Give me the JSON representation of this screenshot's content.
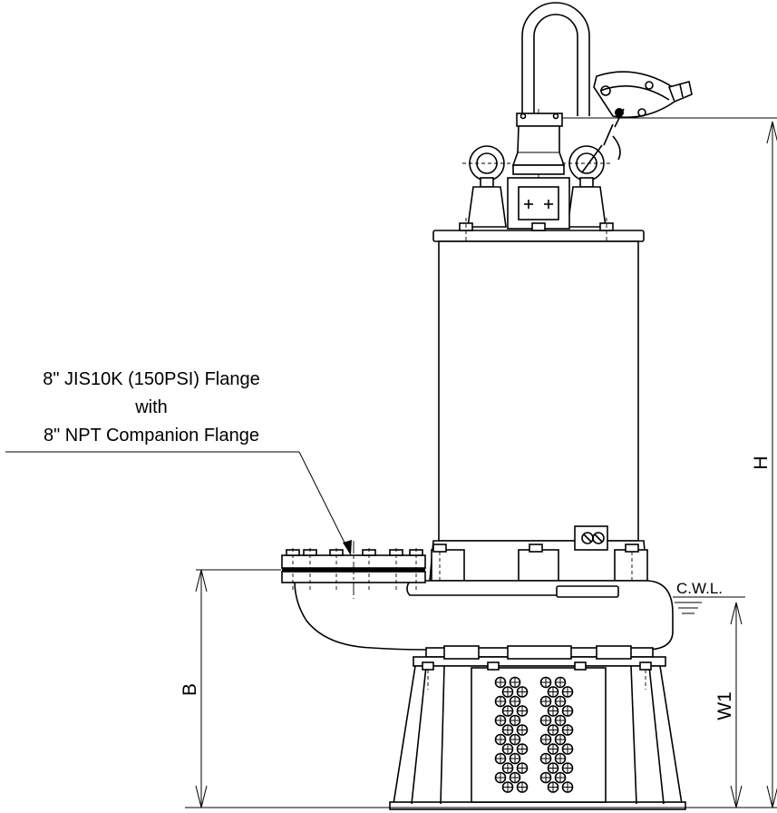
{
  "flange_note": {
    "line1": "8\" JIS10K (150PSI) Flange",
    "line2": "with",
    "line3": "8\" NPT Companion Flange"
  },
  "dimensions": {
    "height": "H",
    "discharge_height": "B",
    "water_level_height": "W1",
    "water_level": "C.W.L."
  }
}
